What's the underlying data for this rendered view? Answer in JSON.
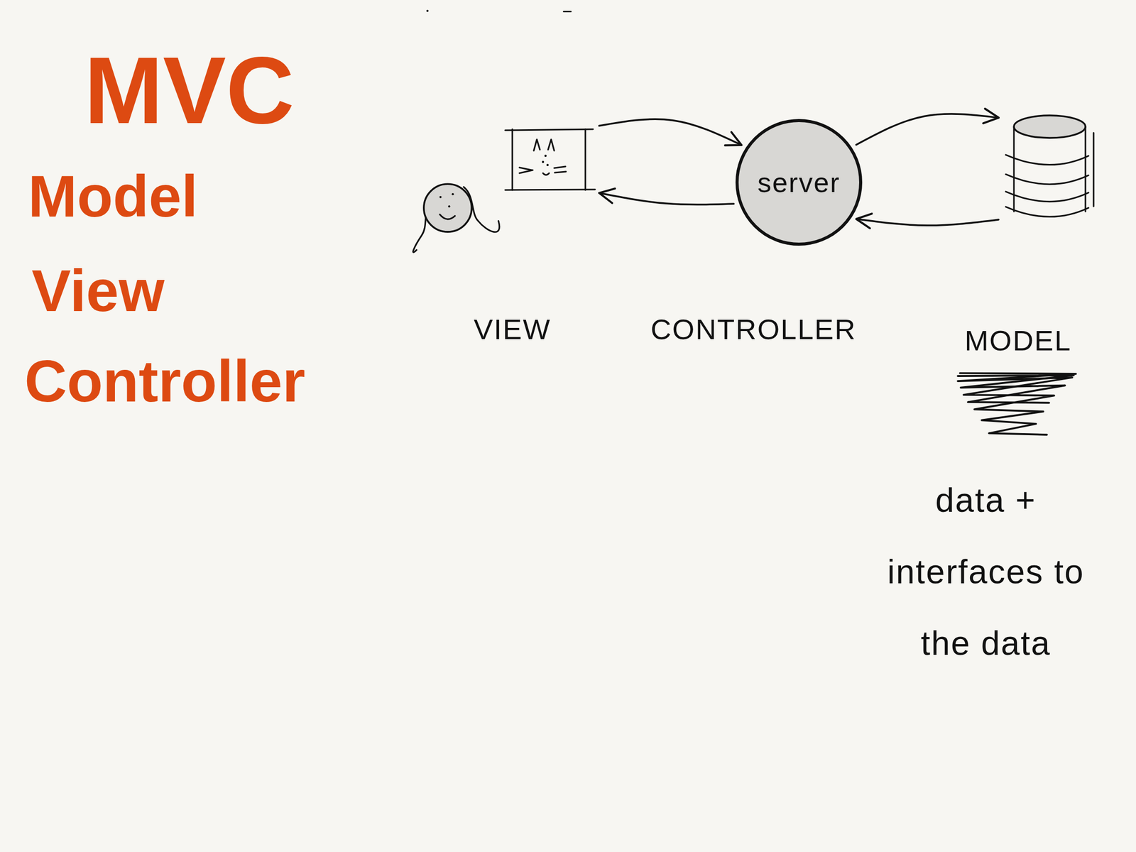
{
  "diagram": {
    "title": "MVC",
    "nodes": [
      {
        "text": [
          "VIEW"
        ]
      },
      {
        "text": [
          "server",
          "CONTROLLER"
        ]
      },
      {
        "text": [
          "MODEL",
          "data + interfaces to the data"
        ]
      }
    ],
    "edges": [
      {
        "from": 0,
        "to": 1,
        "arrow": "to"
      },
      {
        "from": 1,
        "to": 0,
        "arrow": "to"
      },
      {
        "from": 1,
        "to": 2,
        "arrow": "to"
      },
      {
        "from": 2,
        "to": 1,
        "arrow": "to"
      }
    ],
    "labels": [
      "Model",
      "View",
      "Controller"
    ]
  }
}
